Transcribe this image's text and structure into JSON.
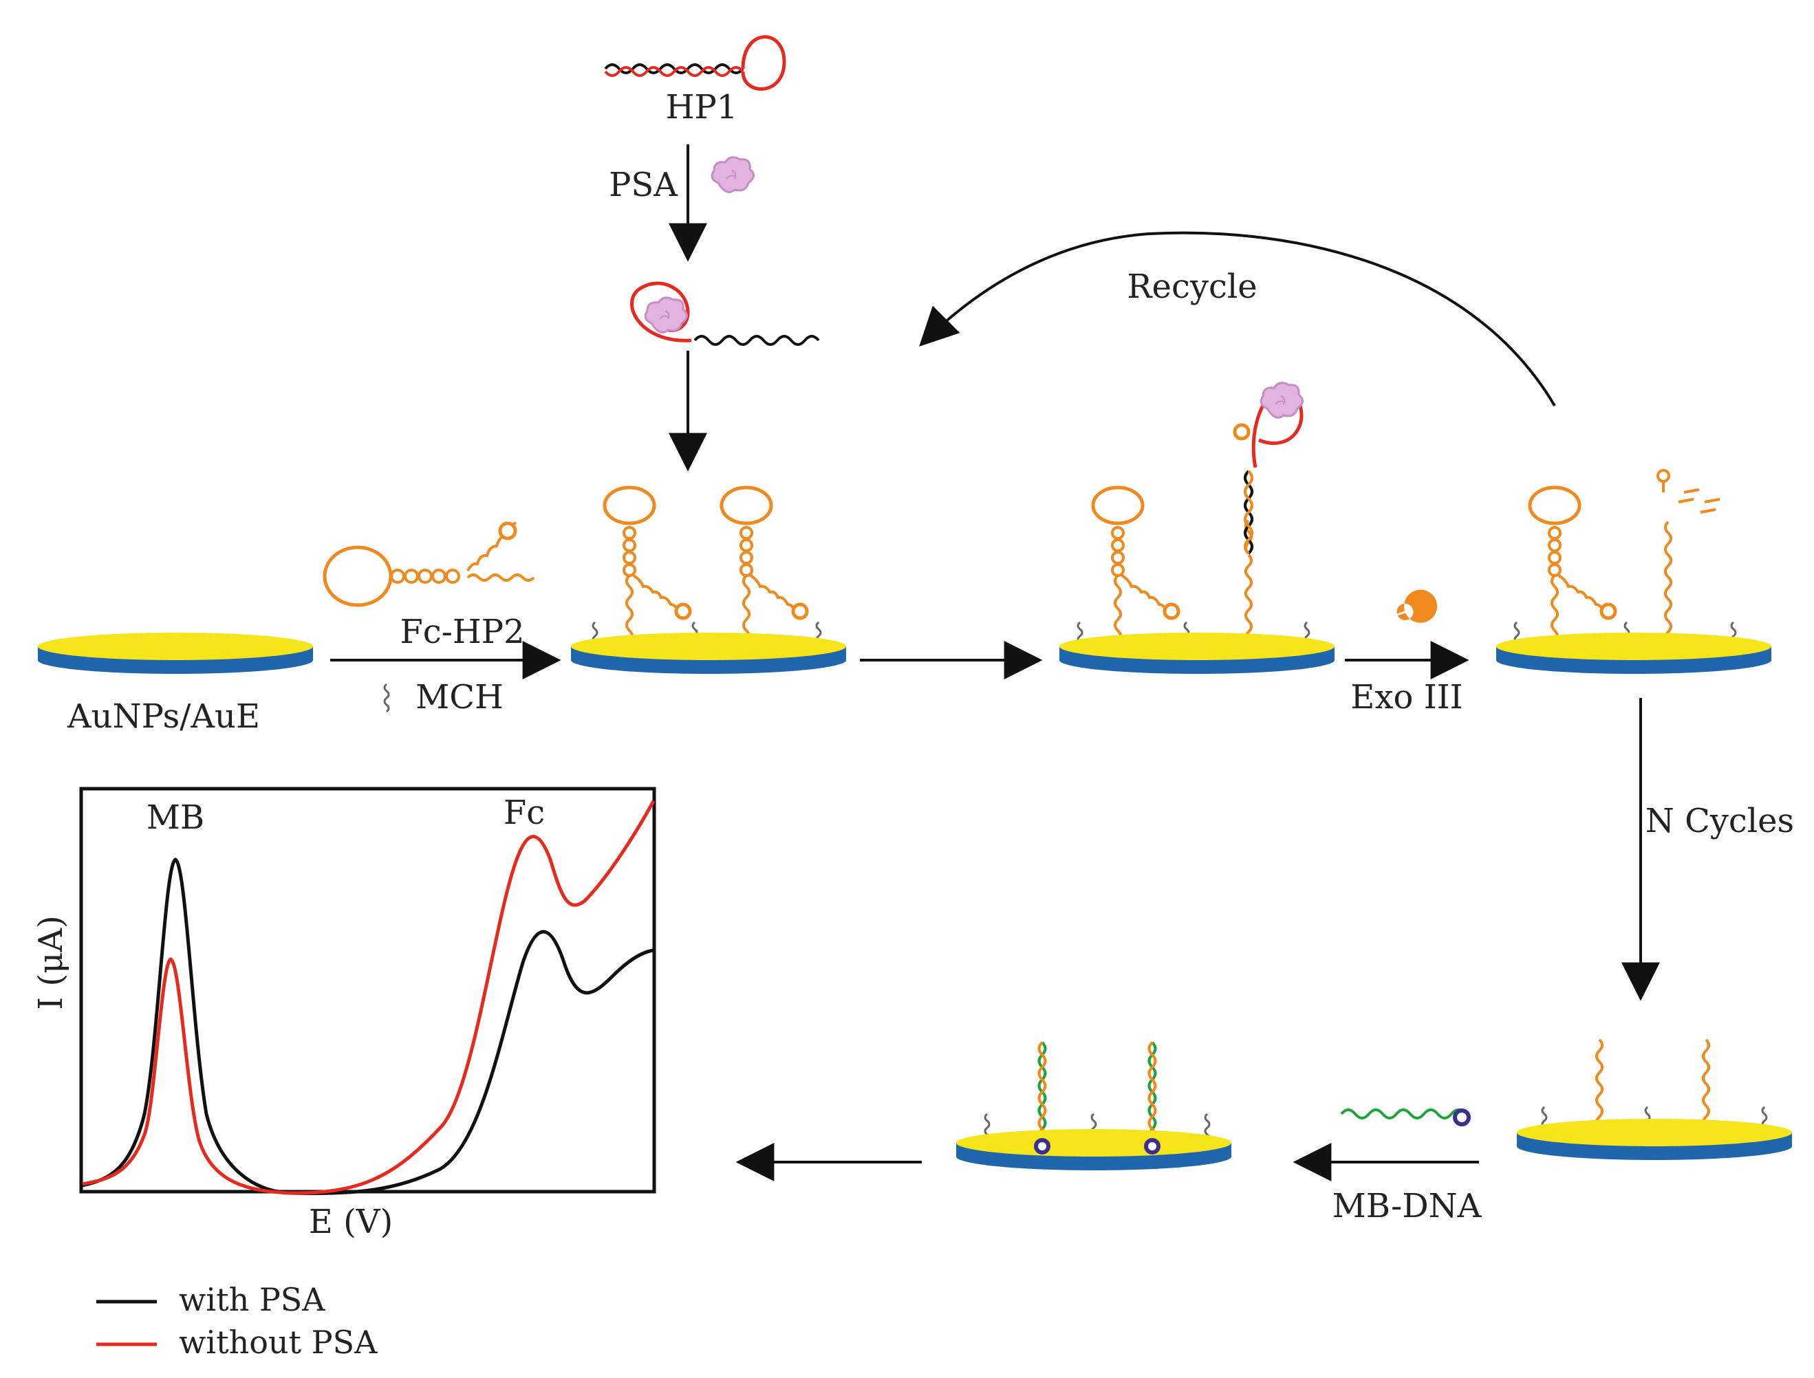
{
  "labels": {
    "hp1": "HP1",
    "psa": "PSA",
    "recycle": "Recycle",
    "electrode": "AuNPs/AuE",
    "fc_hp2": "Fc-HP2",
    "mch": "MCH",
    "exo": "Exo III",
    "n_cycles": "N Cycles",
    "mb_dna": "MB-DNA"
  },
  "plot": {
    "peak_mb": "MB",
    "peak_fc": "Fc",
    "ylabel": "I (μA)",
    "xlabel": "E (V)"
  },
  "legend": {
    "with": "with PSA",
    "without": "without PSA"
  },
  "colors": {
    "gold": "#f5e51a",
    "blue": "#1f66ad",
    "orange": "#f08a1e",
    "red": "#e62a1e",
    "green": "#1ea43a",
    "purple": "#3b2f8f",
    "protein": "#d9a6d6",
    "black": "#111111"
  }
}
